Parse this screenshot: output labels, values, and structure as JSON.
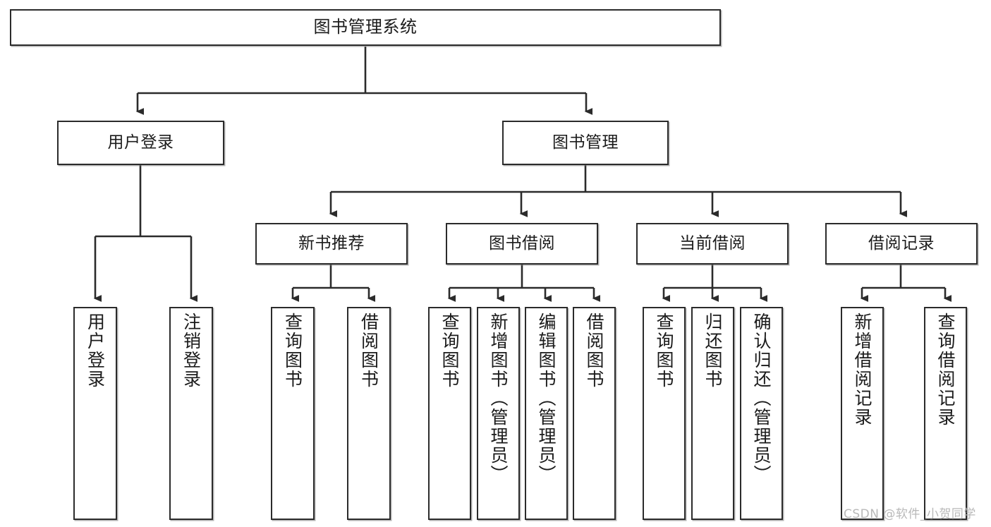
{
  "diagram": {
    "title": "图书管理系统",
    "type": "tree",
    "watermark": "CSDN @软件_小贺同学",
    "colors": {
      "stroke": "#2b2b2b",
      "fill": "#ffffff",
      "text": "#1b1b1b",
      "watermark": "#b9b9b9"
    },
    "levels": {
      "root": {
        "label": "图书管理系统"
      },
      "level2": [
        {
          "id": "user-login",
          "label": "用户登录"
        },
        {
          "id": "book-manage",
          "label": "图书管理"
        }
      ],
      "level3": [
        {
          "id": "new-book-rec",
          "label": "新书推荐",
          "parent": "book-manage"
        },
        {
          "id": "book-borrow",
          "label": "图书借阅",
          "parent": "book-manage"
        },
        {
          "id": "current-borrow",
          "label": "当前借阅",
          "parent": "book-manage"
        },
        {
          "id": "borrow-record",
          "label": "借阅记录",
          "parent": "book-manage"
        }
      ],
      "leaves": [
        {
          "id": "leaf-user-login",
          "label": "用户登录",
          "parent": "user-login"
        },
        {
          "id": "leaf-user-logout",
          "label": "注销登录",
          "parent": "user-login"
        },
        {
          "id": "leaf-rec-query-book",
          "label": "查询图书",
          "parent": "new-book-rec"
        },
        {
          "id": "leaf-rec-borrow-book",
          "label": "借阅图书",
          "parent": "new-book-rec"
        },
        {
          "id": "leaf-borrow-query-book",
          "label": "查询图书",
          "parent": "book-borrow"
        },
        {
          "id": "leaf-add-book-admin",
          "label": "新增图书（管理员）",
          "parent": "book-borrow"
        },
        {
          "id": "leaf-edit-book-admin",
          "label": "编辑图书（管理员）",
          "parent": "book-borrow"
        },
        {
          "id": "leaf-borrow-book",
          "label": "借阅图书",
          "parent": "book-borrow"
        },
        {
          "id": "leaf-cur-query-book",
          "label": "查询图书",
          "parent": "current-borrow"
        },
        {
          "id": "leaf-return-book",
          "label": "归还图书",
          "parent": "current-borrow"
        },
        {
          "id": "leaf-confirm-return-admin",
          "label": "确认归还（管理员）",
          "parent": "current-borrow"
        },
        {
          "id": "leaf-add-record",
          "label": "新增借阅记录",
          "parent": "borrow-record"
        },
        {
          "id": "leaf-query-record",
          "label": "查询借阅记录",
          "parent": "borrow-record"
        }
      ]
    }
  }
}
